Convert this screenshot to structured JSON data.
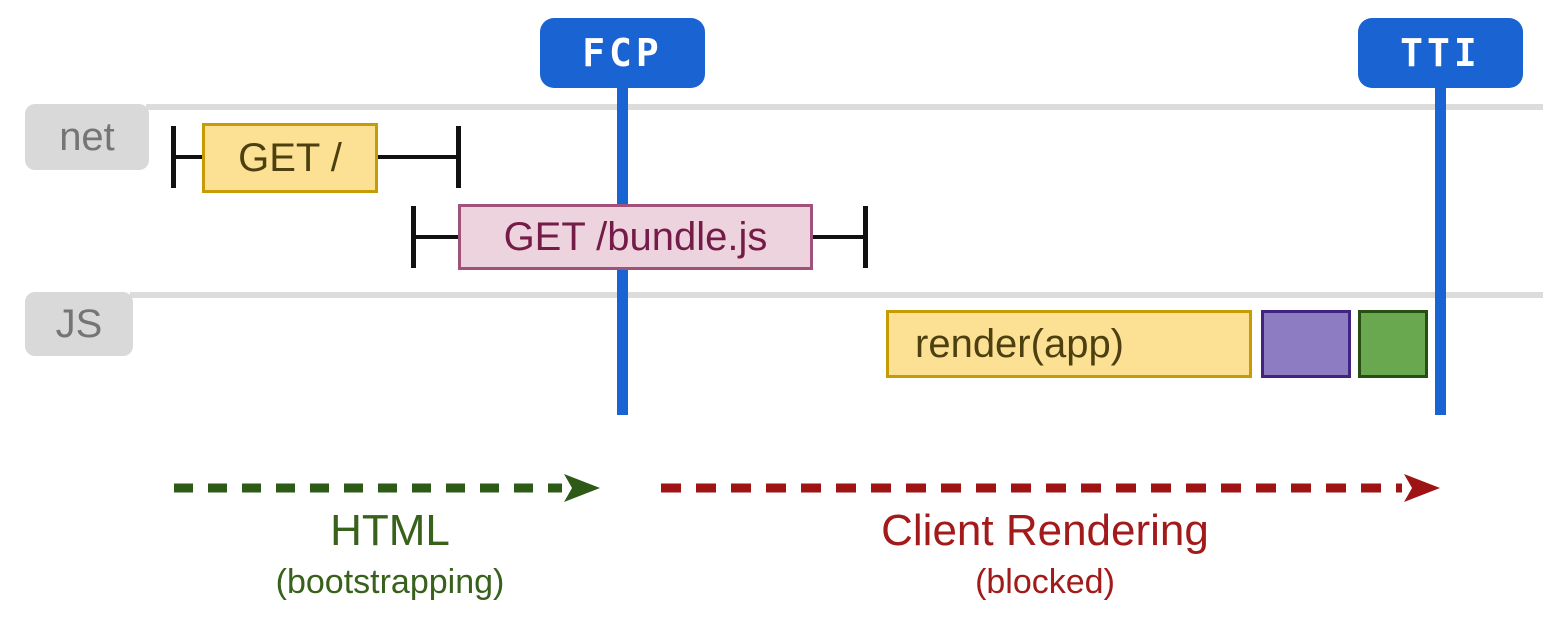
{
  "diagram": {
    "title_hidden": "",
    "markers": [
      {
        "id": "fcp",
        "label": "FCP"
      },
      {
        "id": "tti",
        "label": "TTI"
      }
    ],
    "lanes": [
      {
        "id": "net",
        "label": "net"
      },
      {
        "id": "js",
        "label": "JS"
      }
    ],
    "events": {
      "get_root": {
        "label": "GET /",
        "lane": "net",
        "fill": "#fce195",
        "border": "#c79b06"
      },
      "get_bundle": {
        "label": "GET /bundle.js",
        "lane": "net",
        "fill": "#edd3de",
        "border": "#a1527b"
      },
      "render_app": {
        "label": "render(app)",
        "lane": "js",
        "fill": "#fce195",
        "border": "#c79b06"
      },
      "task_purple": {
        "label": "",
        "lane": "js",
        "fill": "#8e7cc3",
        "border": "#3f2580"
      },
      "task_green": {
        "label": "",
        "lane": "js",
        "fill": "#6aa84f",
        "border": "#274e13"
      }
    },
    "phases": [
      {
        "id": "html",
        "label": "HTML",
        "sublabel": "(bootstrapping)",
        "color": "#2d5b17"
      },
      {
        "id": "client",
        "label": "Client Rendering",
        "sublabel": "(blocked)",
        "color": "#9e1414"
      }
    ],
    "colors": {
      "marker_blue": "#1a63d2",
      "lane_rail_gray": "#dcdcdc",
      "lane_tab_gray": "#d9d9d9",
      "lane_text_gray": "#757575",
      "whisker_black": "#111111",
      "phase_green": "#2d5b17",
      "phase_red": "#9e1414"
    }
  }
}
